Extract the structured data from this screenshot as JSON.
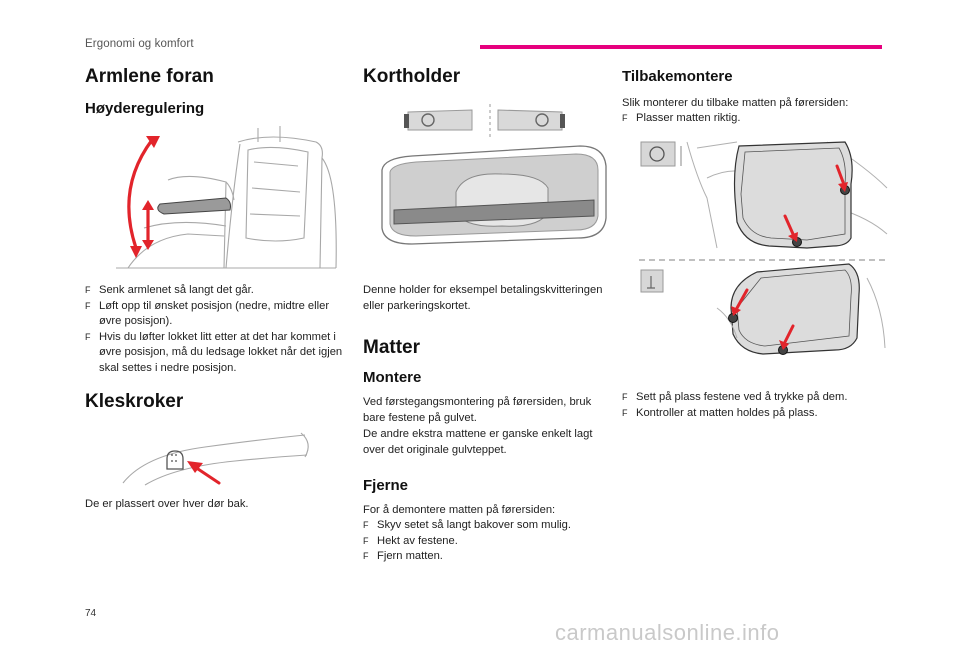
{
  "header": {
    "section": "Ergonomi og komfort",
    "accent": "#e6007e"
  },
  "col1": {
    "armlene": {
      "title": "Armlene foran",
      "subtitle": "Høyderegulering",
      "bullets": [
        "Senk armlenet så langt det går.",
        "Løft opp til ønsket posisjon (nedre, midtre eller øvre posisjon).",
        "Hvis du løfter lokket litt etter at det har kommet i øvre posisjon, må du ledsage lokket når det igjen skal settes i nedre posisjon."
      ]
    },
    "kleskroker": {
      "title": "Kleskroker",
      "text": "De er plassert over hver dør bak."
    }
  },
  "col2": {
    "kortholder": {
      "title": "Kortholder",
      "text": "Denne holder for eksempel betalingskvitteringen eller parkeringskortet."
    },
    "matter": {
      "title": "Matter",
      "montere_title": "Montere",
      "montere_text_1": "Ved førstegangsmontering på førersiden, bruk bare festene på gulvet.",
      "montere_text_2": "De andre ekstra mattene er ganske enkelt lagt over det originale gulvteppet.",
      "fjerne_title": "Fjerne",
      "fjerne_intro": "For å demontere matten på førersiden:",
      "fjerne_bullets": [
        "Skyv setet så langt bakover som mulig.",
        "Hekt av festene.",
        "Fjern matten."
      ]
    }
  },
  "col3": {
    "tilbakemontere": {
      "title": "Tilbakemontere",
      "intro": "Slik monterer du tilbake matten på førersiden:",
      "bullets_top": [
        "Plasser matten riktig."
      ],
      "bullets_bottom": [
        "Sett på plass festene ved å trykke på dem.",
        "Kontroller at matten holdes på plass."
      ]
    }
  },
  "bullet_glyph": "F",
  "footer": {
    "page_number": "74",
    "watermark": "carmanualsonline.info"
  },
  "colors": {
    "arrow_red": "#e2242b",
    "line_gray": "#9a9a9a"
  }
}
